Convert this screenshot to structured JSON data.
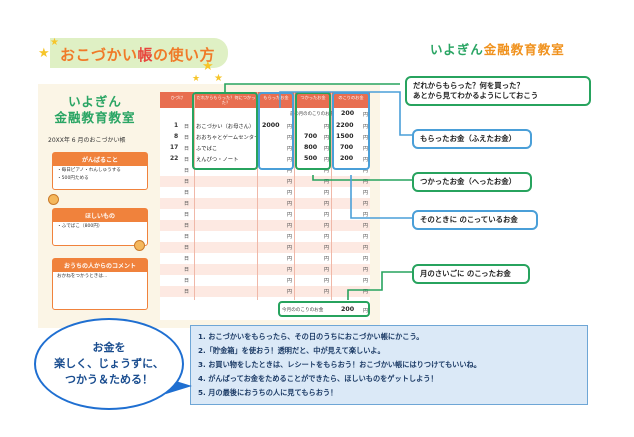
{
  "header": {
    "title_pre": "おこづかい",
    "title_accent": "帳",
    "title_post": "の使い方",
    "brand_part1": "いよぎん",
    "brand_part2": "金融教育教室"
  },
  "sheet": {
    "title_line1": "いよぎん",
    "title_line2": "金融教育教室",
    "month_line": "20XX年 6 月のおこづかい帳",
    "goals_heading": "がんばること",
    "goals_items": [
      "・毎日ピアノ・れんしゅうする",
      "・500円ためる"
    ],
    "wants_heading": "ほしいもの",
    "wants_items": [
      "・ふでばこ（800円）"
    ],
    "comment_heading": "おうちの人からのコメント",
    "comment_note": "おかねをつかうときは..."
  },
  "ledger": {
    "headers": [
      "ひづけ",
      "だれからもらった？何につかった？",
      "もらったお金",
      "つかったお金",
      "のこりのお金"
    ],
    "carryover_label": "前の月ののこりのお金",
    "carryover_amount": "200",
    "yen": "円",
    "day_suffix": "日",
    "rows": [
      {
        "day": "1",
        "note": "おこづかい（お母さん）",
        "received": "2000",
        "spent": "",
        "balance": "2200"
      },
      {
        "day": "8",
        "note": "おおちゃとゲームセンター",
        "received": "",
        "spent": "700",
        "balance": "1500"
      },
      {
        "day": "17",
        "note": "ふでばこ",
        "received": "",
        "spent": "800",
        "balance": "700"
      },
      {
        "day": "22",
        "note": "えんぴつ・ノート",
        "received": "",
        "spent": "500",
        "balance": "200"
      }
    ],
    "final_label": "今月ののこりのお金",
    "final_amount": "200"
  },
  "callouts": {
    "note": [
      "だれからもらった？何を買った？",
      "あとから見てわかるようにしておこう"
    ],
    "received": "もらったお金（ふえたお金）",
    "spent": "つかったお金（へったお金）",
    "balance": "そのときに のこっているお金",
    "final": "月のさいごに のこったお金"
  },
  "bubble": {
    "lines": [
      "お金を",
      "楽しく、じょうずに、",
      "つかう＆ためる！"
    ]
  },
  "rules": [
    "1. おこづかいをもらったら、その日のうちにおこづかい帳にかこう。",
    "2.「貯金箱」を使おう！透明だと、中が見えて楽しいよ。",
    "3. お買い物をしたときは、レシートをもらおう！おこづかい帳にはりつけてもいいね。",
    "4. がんばってお金をためることができたら、ほしいものをゲットしよう！",
    "5. 月の最後におうちの人に見てもらおう！"
  ],
  "colors": {
    "green": "#27a35e",
    "blue": "#4a9fd8",
    "orange": "#f0823c",
    "salmon": "#e86e50",
    "navy": "#1c3b66"
  }
}
